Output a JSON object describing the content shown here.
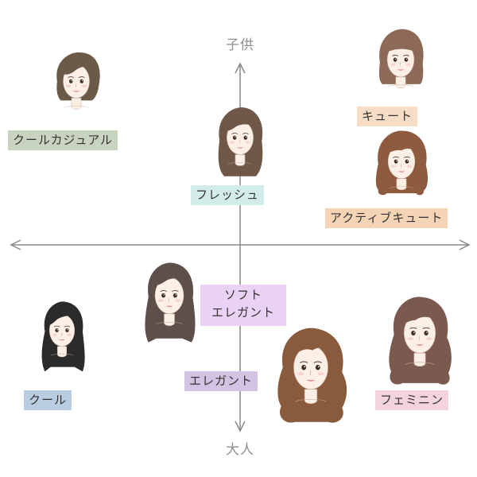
{
  "axes": {
    "top_label": "子供",
    "bottom_label": "大人",
    "line_color": "#888888"
  },
  "types": [
    {
      "id": "cool-casual",
      "label": "クールカジュアル",
      "color": "#c8d3c0",
      "hair": "#6b5a47"
    },
    {
      "id": "cute",
      "label": "キュート",
      "color": "#f7ddc5",
      "hair": "#8d6a58"
    },
    {
      "id": "fresh",
      "label": "フレッシュ",
      "color": "#d2ecea",
      "hair": "#6f5848"
    },
    {
      "id": "active-cute",
      "label": "アクティブキュート",
      "color": "#f5d3b5",
      "hair": "#8e5b3e"
    },
    {
      "id": "soft-elegant",
      "label": "ソフトエレガント",
      "color": "#ead2f4",
      "hair": "#5d4f4a"
    },
    {
      "id": "elegant",
      "label": "エレガント",
      "color": "#d3c3e2",
      "hair": "#8a5a3c"
    },
    {
      "id": "cool",
      "label": "クール",
      "color": "#b9cde0",
      "hair": "#2b2b2b"
    },
    {
      "id": "feminine",
      "label": "フェミニン",
      "color": "#f5d2df",
      "hair": "#7a5a4e"
    }
  ]
}
